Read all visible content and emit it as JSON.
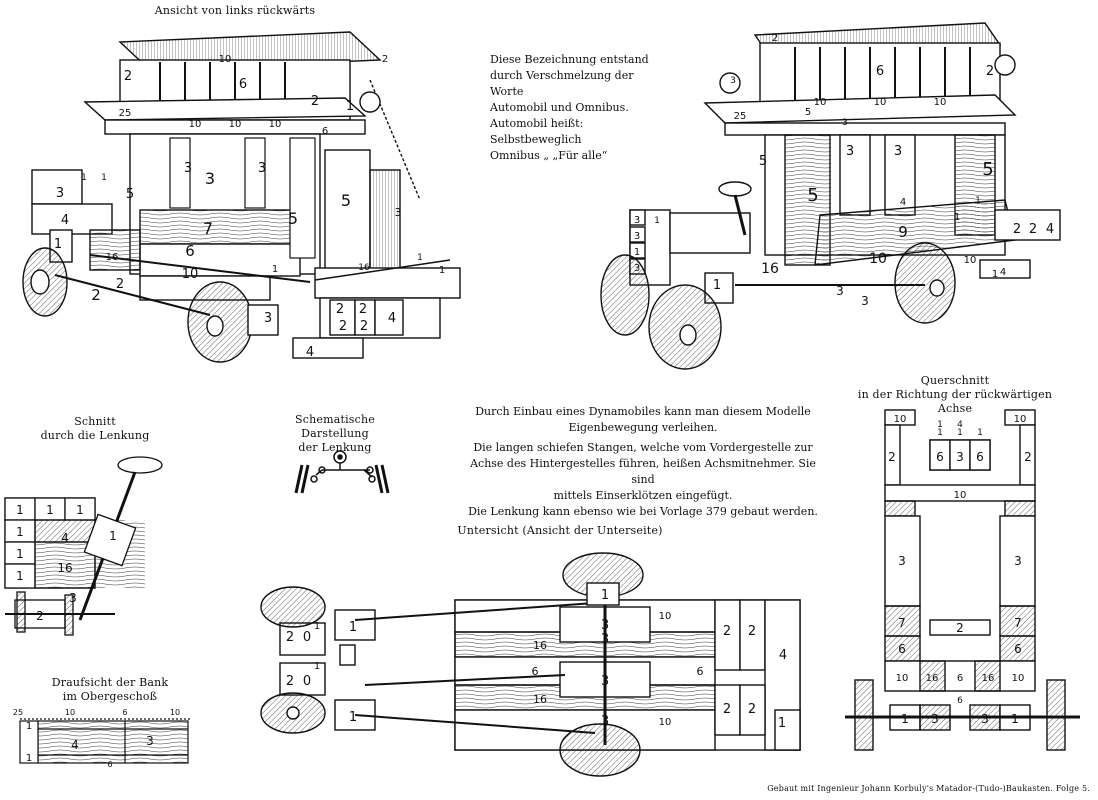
{
  "captions": {
    "rear_left_view": "Ansicht von links rückwärts",
    "steering_section": [
      "Schnitt",
      "durch die Lenkung"
    ],
    "steering_schematic": [
      "Schematische Darstellung",
      "der Lenkung"
    ],
    "bench_top_view": [
      "Draufsicht der Bank",
      "im Obergeschoß"
    ],
    "underside_view": "Untersicht (Ansicht der Unterseite)",
    "cross_section": [
      "Querschnitt",
      "in der Richtung der rückwärtigen Achse"
    ]
  },
  "notes": {
    "name_origin": [
      "Diese Bezeichnung entstand",
      "durch Verschmelzung der Worte",
      "Automobil und Omnibus.",
      "Automobil heißt: Selbstbeweglich",
      "Omnibus „ „Für alle“"
    ],
    "dynamo": [
      "Durch Einbau eines Dynamobiles kann man diesem Modelle",
      "Eigenbewegung verleihen.",
      "Die langen schiefen Stangen, welche vom Vordergestelle zur",
      "Achse des Hintergestelles führen, heißen Achsmitnehmer. Sie sind",
      "mittels Einserklötzen eingefügt.",
      "Die Lenkung kann ebenso wie bei Vorlage 379 gebaut werden."
    ]
  },
  "credit": "Gebaut mit Ingenieur Johann Korbuly's Matador-(Tudo-)Baukasten. Folge 5.",
  "labels": {
    "rear_left": [
      "2",
      "10",
      "6",
      "2",
      "1",
      "25",
      "10",
      "10",
      "10",
      "6",
      "3",
      "3",
      "3",
      "5",
      "5",
      "5",
      "7",
      "4",
      "16",
      "6",
      "1",
      "10",
      "1",
      "2",
      "2",
      "2",
      "2",
      "2",
      "4",
      "4",
      "3",
      "3",
      "3",
      "1",
      "2",
      "2",
      "16",
      "1",
      "1",
      "1"
    ],
    "front_right": [
      "2",
      "6",
      "2",
      "25",
      "10",
      "10",
      "10",
      "5",
      "3",
      "3",
      "5",
      "5",
      "4",
      "1",
      "10",
      "9",
      "5",
      "3",
      "3",
      "1",
      "1",
      "16",
      "10",
      "3",
      "3",
      "2",
      "2",
      "4",
      "4",
      "1",
      "3",
      "3",
      "3",
      "1",
      "1"
    ],
    "steering_section": [
      "1",
      "1",
      "1",
      "1",
      "1",
      "16",
      "4",
      "1",
      "2",
      "1",
      "3"
    ],
    "steering_schematic": [],
    "bench": [
      "25",
      "10",
      "6",
      "10",
      "1",
      "1",
      "4",
      "3",
      "6"
    ],
    "underside": [
      "2",
      "0",
      "2",
      "0",
      "3",
      "3",
      "1",
      "1",
      "1",
      "1",
      "10",
      "16",
      "6",
      "16",
      "6",
      "10",
      "3",
      "3",
      "2",
      "2",
      "2",
      "2",
      "4",
      "1",
      "1"
    ],
    "cross_section": [
      "10",
      "10",
      "2",
      "2",
      "1",
      "1",
      "1",
      "4",
      "1",
      "6",
      "3",
      "6",
      "10",
      "3",
      "3",
      "7",
      "7",
      "6",
      "6",
      "2",
      "10",
      "16",
      "6",
      "16",
      "10",
      "6",
      "1",
      "3",
      "3",
      "1"
    ]
  }
}
